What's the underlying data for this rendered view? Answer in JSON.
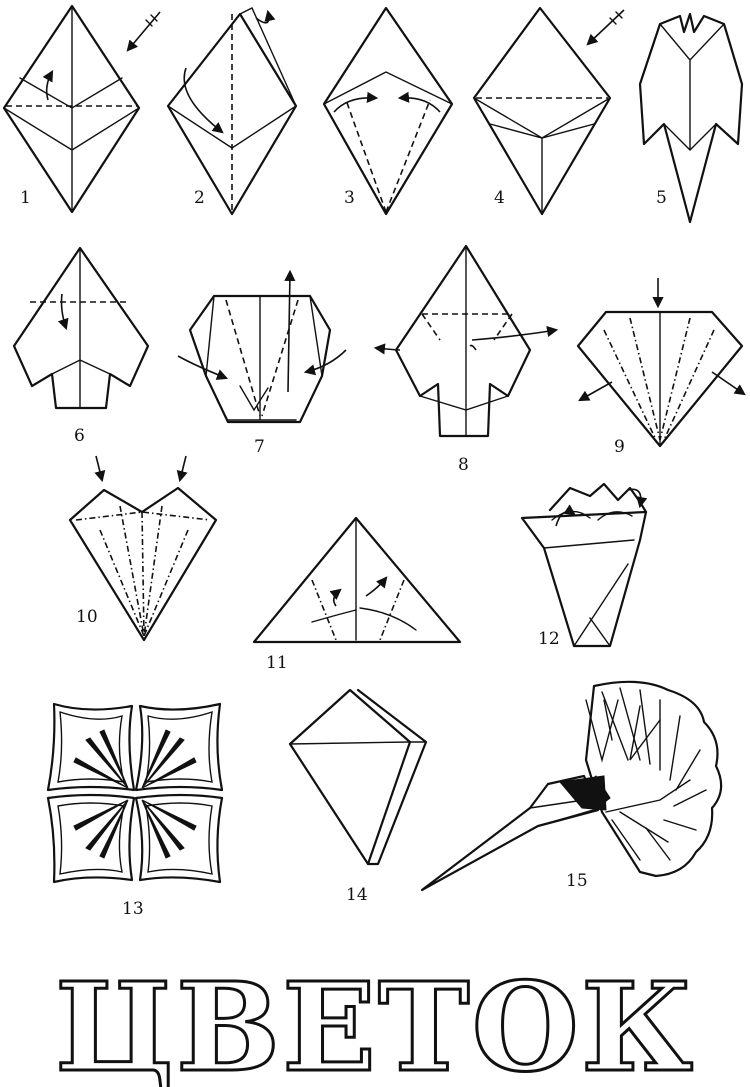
{
  "title": "ЦВЕТОК",
  "steps": [
    {
      "label": "1"
    },
    {
      "label": "2"
    },
    {
      "label": "3"
    },
    {
      "label": "4"
    },
    {
      "label": "5"
    },
    {
      "label": "6"
    },
    {
      "label": "7"
    },
    {
      "label": "8"
    },
    {
      "label": "9"
    },
    {
      "label": "10"
    },
    {
      "label": "11"
    },
    {
      "label": "12"
    },
    {
      "label": "13"
    },
    {
      "label": "14"
    },
    {
      "label": "15"
    }
  ],
  "colors": {
    "ink": "#111111",
    "paper": "#ffffff"
  }
}
